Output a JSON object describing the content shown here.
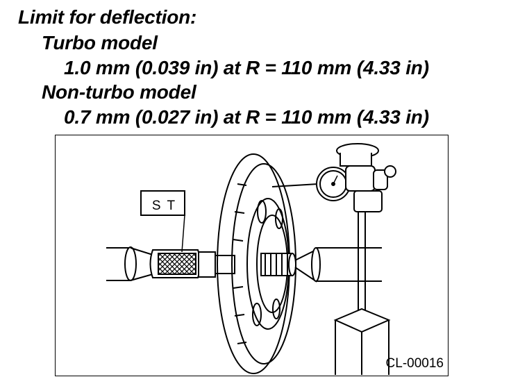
{
  "spec": {
    "heading": "Limit for deflection:",
    "turbo_label": "Turbo model",
    "turbo_value": "1.0 mm (0.039 in) at R = 110 mm (4.33 in)",
    "nonturbo_label": "Non-turbo model",
    "nonturbo_value": "0.7 mm (0.027 in) at R = 110 mm (4.33 in)"
  },
  "figure": {
    "tool_label": "S T",
    "reference_code": "CL-00016"
  }
}
